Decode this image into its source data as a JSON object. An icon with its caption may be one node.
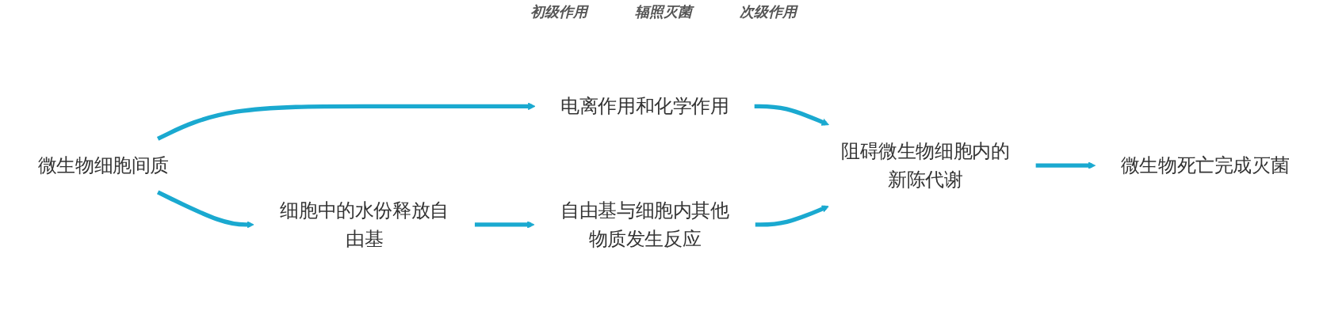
{
  "diagram": {
    "nodes": [
      {
        "text": [
          "微生物细胞间质"
        ]
      },
      {
        "text": [
          "电离作用和化学作用"
        ]
      },
      {
        "text": [
          "细胞中的水份释放自由基"
        ]
      },
      {
        "text": [
          "自由基与细胞内其他物质发生反应"
        ]
      },
      {
        "text": [
          "阻碍微生物细胞内的新陈代谢"
        ]
      },
      {
        "text": [
          "微生物死亡完成灭菌"
        ]
      }
    ],
    "edges": [
      {
        "from": 0,
        "to": 1,
        "arrow": "to"
      },
      {
        "from": 0,
        "to": 2,
        "arrow": "to"
      },
      {
        "from": 1,
        "to": 4,
        "arrow": "to"
      },
      {
        "from": 2,
        "to": 3,
        "arrow": "to"
      },
      {
        "from": 3,
        "to": 4,
        "arrow": "to"
      },
      {
        "from": 4,
        "to": 5,
        "arrow": "to"
      }
    ],
    "labels": [
      "初级作用",
      "辐照灭菌",
      "次级作用"
    ]
  }
}
